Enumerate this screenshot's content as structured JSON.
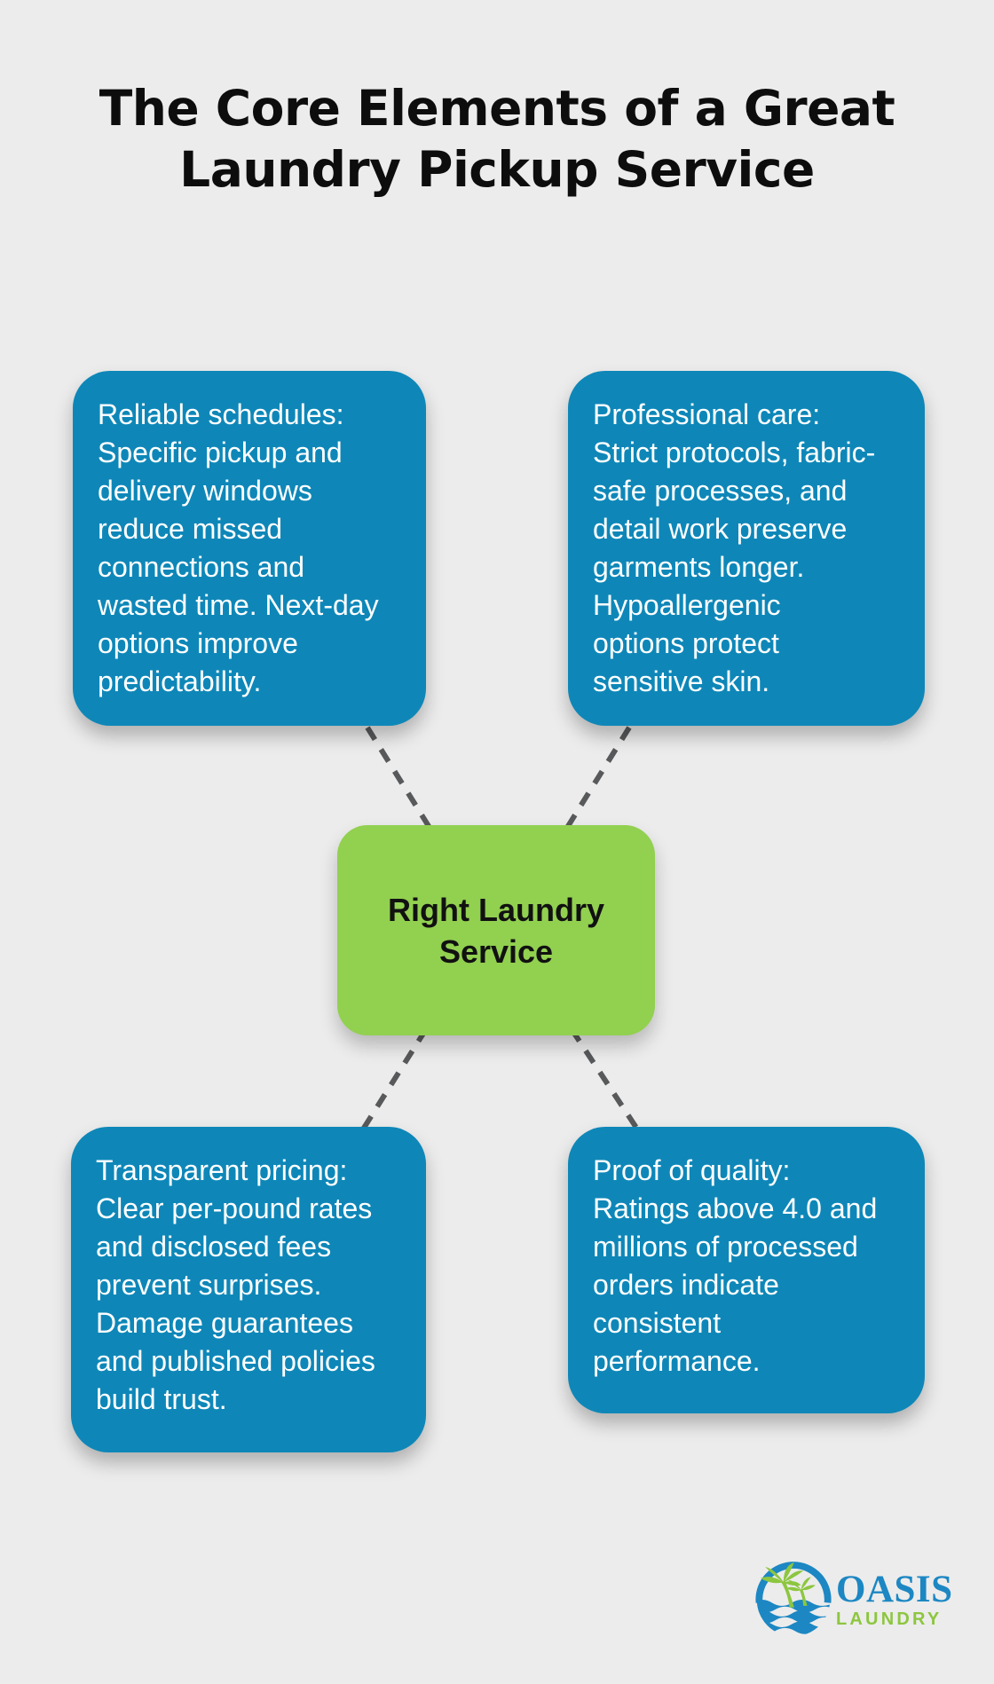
{
  "title": {
    "text": "The Core Elements of a Great\nLaundry Pickup Service"
  },
  "center_node": {
    "label": "Right Laundry\nService"
  },
  "nodes": [
    {
      "id": "reliable-schedules",
      "text": "Reliable schedules:\nSpecific pickup and\ndelivery windows\nreduce missed\nconnections and\nwasted time. Next-day\noptions improve\npredictability."
    },
    {
      "id": "professional-care",
      "text": "Professional care:\nStrict protocols, fabric-\nsafe processes, and\ndetail work preserve\ngarments longer.\nHypoallergenic\noptions protect\nsensitive skin."
    },
    {
      "id": "transparent-pricing",
      "text": "Transparent pricing:\nClear per-pound rates\nand disclosed fees\nprevent surprises.\nDamage guarantees\nand published policies\nbuild trust."
    },
    {
      "id": "proof-of-quality",
      "text": "Proof of quality:\nRatings above 4.0 and\nmillions of processed\norders indicate\nconsistent\nperformance."
    }
  ],
  "logo": {
    "name": "OASIS",
    "subname": "LAUNDRY",
    "icon": "palm-trees-waves-icon"
  },
  "colors": {
    "bg": "#ececec",
    "blue": "#0e87b8",
    "green": "#92d050",
    "dash": "#58595b",
    "title": "#0d0d0d",
    "logo-blue": "#1c87c3",
    "logo-green": "#8dc63f"
  }
}
